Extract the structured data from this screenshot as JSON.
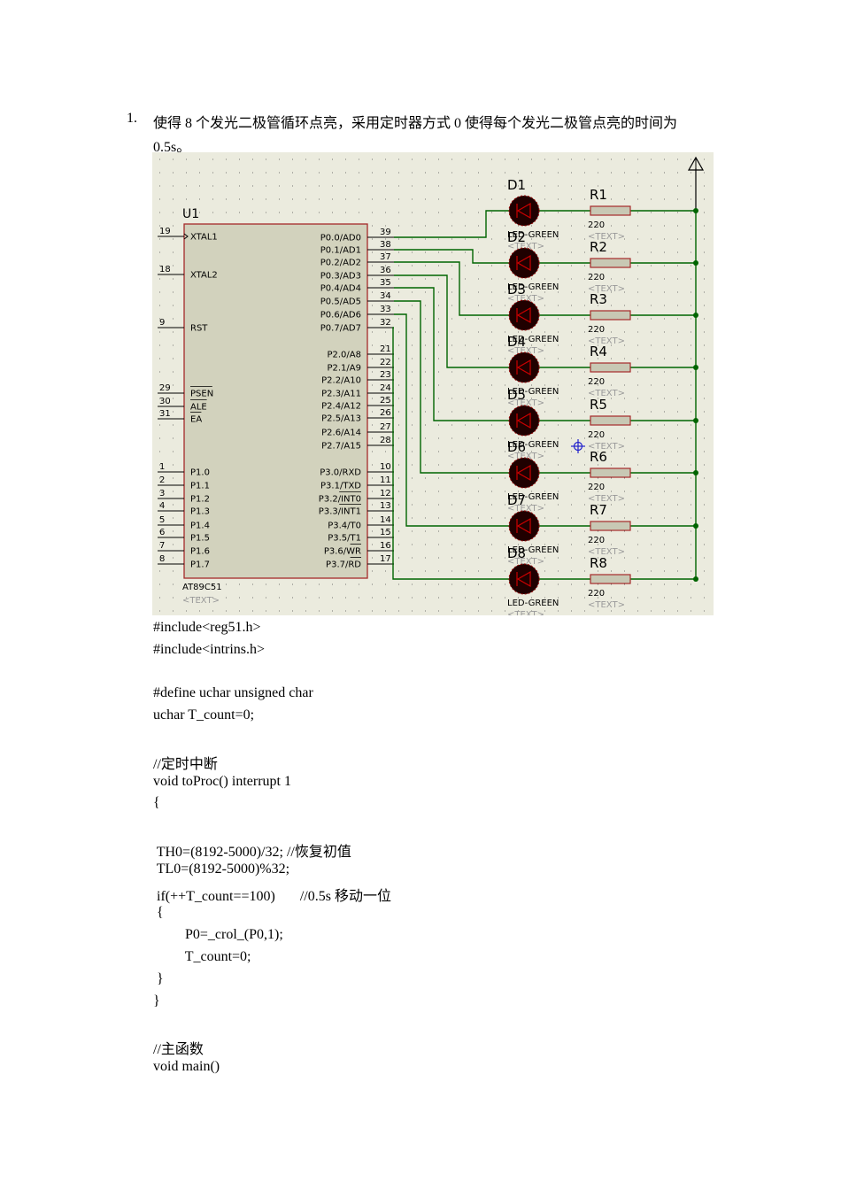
{
  "question": {
    "number": "1.",
    "line1": "使得 8 个发光二极管循环点亮，采用定时器方式 0 使得每个发光二极管点亮的时间为",
    "line2": "0.5s。"
  },
  "schematic": {
    "chip_ref": "U1",
    "chip_name": "AT89C51",
    "chip_text": "<TEXT>",
    "left_pins": [
      {
        "num": "19",
        "name": "XTAL1"
      },
      {
        "num": "18",
        "name": "XTAL2"
      },
      {
        "num": "9",
        "name": "RST"
      },
      {
        "num": "29",
        "name": "PSEN"
      },
      {
        "num": "30",
        "name": "ALE"
      },
      {
        "num": "31",
        "name": "EA"
      },
      {
        "num": "1",
        "name": "P1.0"
      },
      {
        "num": "2",
        "name": "P1.1"
      },
      {
        "num": "3",
        "name": "P1.2"
      },
      {
        "num": "4",
        "name": "P1.3"
      },
      {
        "num": "5",
        "name": "P1.4"
      },
      {
        "num": "6",
        "name": "P1.5"
      },
      {
        "num": "7",
        "name": "P1.6"
      },
      {
        "num": "8",
        "name": "P1.7"
      }
    ],
    "right_pins": [
      {
        "num": "39",
        "name": "P0.0/AD0"
      },
      {
        "num": "38",
        "name": "P0.1/AD1"
      },
      {
        "num": "37",
        "name": "P0.2/AD2"
      },
      {
        "num": "36",
        "name": "P0.3/AD3"
      },
      {
        "num": "35",
        "name": "P0.4/AD4"
      },
      {
        "num": "34",
        "name": "P0.5/AD5"
      },
      {
        "num": "33",
        "name": "P0.6/AD6"
      },
      {
        "num": "32",
        "name": "P0.7/AD7"
      },
      {
        "num": "21",
        "name": "P2.0/A8"
      },
      {
        "num": "22",
        "name": "P2.1/A9"
      },
      {
        "num": "23",
        "name": "P2.2/A10"
      },
      {
        "num": "24",
        "name": "P2.3/A11"
      },
      {
        "num": "25",
        "name": "P2.4/A12"
      },
      {
        "num": "26",
        "name": "P2.5/A13"
      },
      {
        "num": "27",
        "name": "P2.6/A14"
      },
      {
        "num": "28",
        "name": "P2.7/A15"
      },
      {
        "num": "10",
        "name": "P3.0/RXD"
      },
      {
        "num": "11",
        "name": "P3.1/TXD"
      },
      {
        "num": "12",
        "name": "P3.2/INT0"
      },
      {
        "num": "13",
        "name": "P3.3/INT1"
      },
      {
        "num": "14",
        "name": "P3.4/T0"
      },
      {
        "num": "15",
        "name": "P3.5/T1"
      },
      {
        "num": "16",
        "name": "P3.6/WR"
      },
      {
        "num": "17",
        "name": "P3.7/RD"
      }
    ],
    "leds": [
      {
        "ref": "D1",
        "type": "LED-GREEN",
        "text": "<TEXT>"
      },
      {
        "ref": "D2",
        "type": "LED-GREEN",
        "text": "<TEXT>"
      },
      {
        "ref": "D3",
        "type": "LED-GREEN",
        "text": "<TEXT>"
      },
      {
        "ref": "D4",
        "type": "LED-GREEN",
        "text": "<TEXT>"
      },
      {
        "ref": "D5",
        "type": "LED-GREEN",
        "text": "<TEXT>"
      },
      {
        "ref": "D6",
        "type": "LED-GREEN",
        "text": "<TEXT>"
      },
      {
        "ref": "D7",
        "type": "LED-GREEN",
        "text": "<TEXT>"
      },
      {
        "ref": "D8",
        "type": "LED-GREEN",
        "text": "<TEXT>"
      }
    ],
    "resistors": [
      {
        "ref": "R1",
        "value": "220",
        "text": "<TEXT>"
      },
      {
        "ref": "R2",
        "value": "220",
        "text": "<TEXT>"
      },
      {
        "ref": "R3",
        "value": "220",
        "text": "<TEXT>"
      },
      {
        "ref": "R4",
        "value": "220",
        "text": "<TEXT>"
      },
      {
        "ref": "R5",
        "value": "220",
        "text": "<TEXT>"
      },
      {
        "ref": "R6",
        "value": "220",
        "text": "<TEXT>"
      },
      {
        "ref": "R7",
        "value": "220",
        "text": "<TEXT>"
      },
      {
        "ref": "R8",
        "value": "220",
        "text": "<TEXT>"
      }
    ],
    "colors": {
      "background": "#ebebde",
      "chip_fill": "#d2d2bd",
      "chip_border": "#a52a2a",
      "wire": "#006400",
      "led_fill": "#200000",
      "resistor_fill": "#c8c8b4"
    }
  },
  "code": [
    "#include<reg51.h>",
    "#include<intrins.h>",
    "",
    "#define uchar unsigned char",
    "uchar T_count=0;",
    "",
    "//定时中断",
    "void toProc() interrupt 1",
    "{",
    "",
    " TH0=(8192-5000)/32; //恢复初值",
    " TL0=(8192-5000)%32;",
    " if(++T_count==100)       //0.5s 移动一位",
    " {",
    "         P0=_crol_(P0,1);",
    "         T_count=0;",
    " }",
    "}",
    "",
    "//主函数",
    "void main()"
  ]
}
